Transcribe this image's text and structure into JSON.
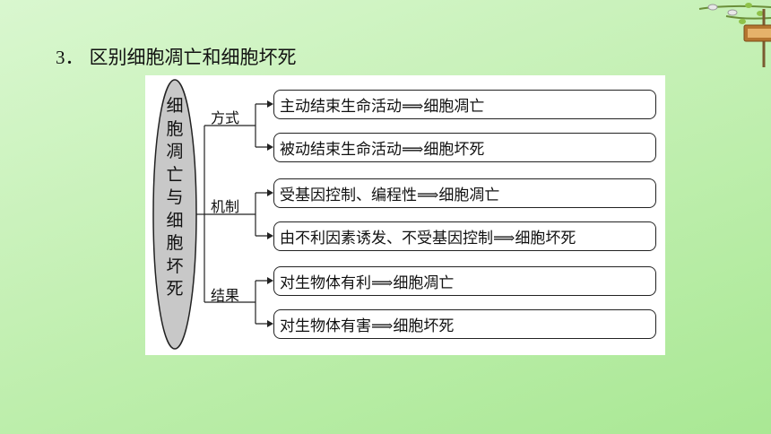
{
  "title": {
    "number": "3．",
    "text": "区别细胞凋亡和细胞坏死"
  },
  "diagram": {
    "root_label": [
      "细",
      "胞",
      "凋",
      "亡",
      "与",
      "细",
      "胞",
      "坏",
      "死"
    ],
    "categories": [
      {
        "label": "方式",
        "items": [
          "主动结束生命活动⟹细胞凋亡",
          "被动结束生命活动⟹细胞坏死"
        ]
      },
      {
        "label": "机制",
        "items": [
          "受基因控制、编程性⟹细胞凋亡",
          "由不利因素诱发、不受基因控制⟹细胞坏死"
        ]
      },
      {
        "label": "结果",
        "items": [
          "对生物体有利⟹细胞凋亡",
          "对生物体有害⟹细胞坏死"
        ]
      }
    ]
  },
  "colors": {
    "background": "#c4f0b4",
    "ellipse_fill": "#c8c8c8",
    "line": "#222222"
  },
  "decoration": {
    "icon": "tree-branch-birds-icon"
  }
}
